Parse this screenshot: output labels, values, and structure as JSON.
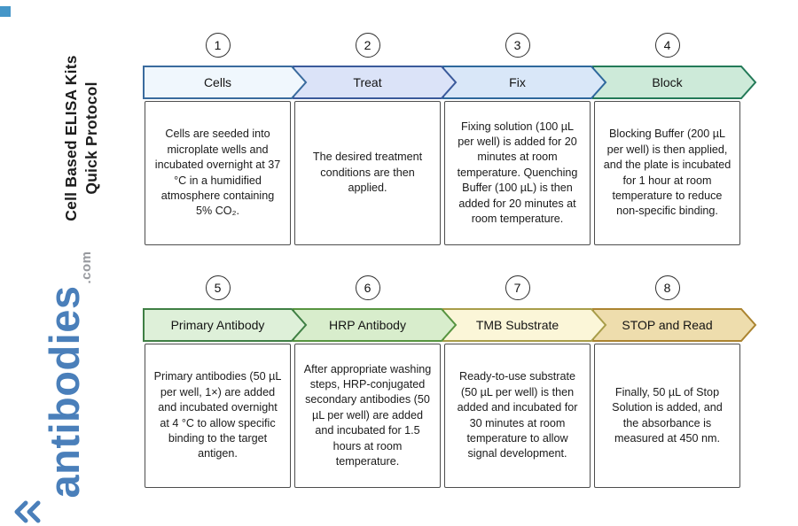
{
  "branding": {
    "title": {
      "line1": "Cell Based ELISA Kits",
      "line2": "Quick Protocol"
    },
    "logo": {
      "main": "antibodies",
      "suffix": ".com",
      "main_color": "#4a7fba",
      "suffix_color": "#97999e"
    }
  },
  "decorations": {
    "corner_square_color": "#4596c8",
    "chevron_color": "#4a7fba"
  },
  "protocol": {
    "rows": [
      {
        "steps": [
          {
            "number": "1",
            "label": "Cells",
            "fill": "#f0f7fd",
            "border": "#3a6b9e",
            "description": "Cells are seeded into microplate wells and incubated overnight at 37 °C in a humidified atmosphere containing 5% CO₂."
          },
          {
            "number": "2",
            "label": "Treat",
            "fill": "#dbe3f8",
            "border": "#3a5a9b",
            "description": "The desired treatment conditions are then applied."
          },
          {
            "number": "3",
            "label": "Fix",
            "fill": "#d9e7f8",
            "border": "#2e689c",
            "description": "Fixing solution (100 µL per well) is added for 20 minutes at room temperature. Quenching Buffer (100 µL) is then added for 20 minutes at room temperature."
          },
          {
            "number": "4",
            "label": "Block",
            "fill": "#cdead9",
            "border": "#237a58",
            "description": "Blocking Buffer (200 µL per well) is then applied, and the plate is incubated for 1 hour at room temperature to reduce non-specific binding."
          }
        ]
      },
      {
        "steps": [
          {
            "number": "5",
            "label": "Primary Antibody",
            "fill": "#def0d9",
            "border": "#3f7f44",
            "description": "Primary antibodies (50 µL per well, 1×) are added and incubated overnight at 4 °C to allow specific binding to the target antigen."
          },
          {
            "number": "6",
            "label": "HRP Antibody",
            "fill": "#d8edcc",
            "border": "#579440",
            "description": "After appropriate washing steps, HRP-conjugated secondary antibodies (50 µL per well) are added and incubated for 1.5 hours at room temperature."
          },
          {
            "number": "7",
            "label": "TMB Substrate",
            "fill": "#fbf6d8",
            "border": "#a89d49",
            "description": "Ready-to-use substrate (50 µL per well) is then added and incubated for 30 minutes at room temperature to allow signal development."
          },
          {
            "number": "8",
            "label": "STOP and Read",
            "fill": "#eeddad",
            "border": "#ab8430",
            "description": "Finally, 50 µL of Stop Solution is added, and the absorbance is measured at 450 nm."
          }
        ]
      }
    ]
  }
}
